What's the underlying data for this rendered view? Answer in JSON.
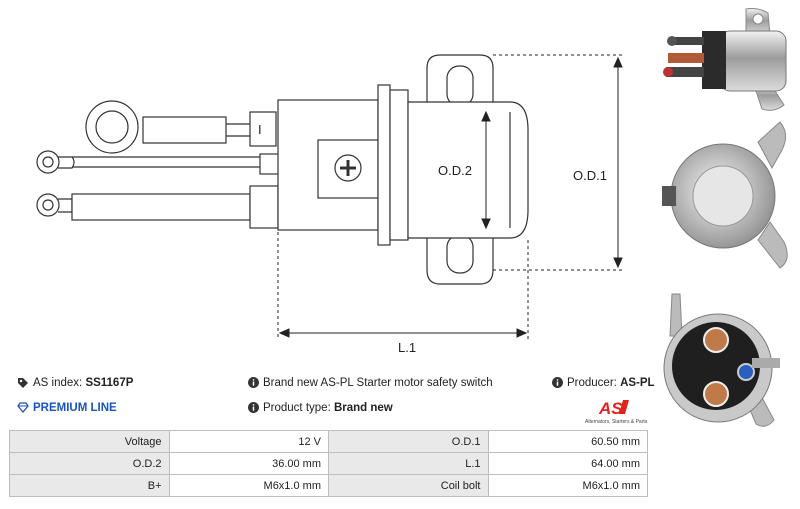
{
  "drawing": {
    "label_od2": "O.D.2",
    "label_od1": "O.D.1",
    "label_l1": "L.1",
    "terminal_mark": "I"
  },
  "info": {
    "as_index_label": "AS index:",
    "as_index_value": "SS1167P",
    "premium": "PREMIUM LINE",
    "description": "Brand new AS-PL Starter motor safety switch",
    "product_type_label": "Product type:",
    "product_type_value": "Brand new",
    "producer_label": "Producer:",
    "producer_value": "AS-PL",
    "logo_text": "AS",
    "logo_tagline": "Alternators, Starters & Parts"
  },
  "colors": {
    "accent": "#1a55b8",
    "logo_red": "#e0231c",
    "header_bg": "#e9e9e9"
  },
  "specs": [
    [
      {
        "k": "Voltage",
        "v": "12 V"
      },
      {
        "k": "O.D.1",
        "v": "60.50 mm"
      }
    ],
    [
      {
        "k": "O.D.2",
        "v": "36.00 mm"
      },
      {
        "k": "L.1",
        "v": "64.00 mm"
      }
    ],
    [
      {
        "k": "B+",
        "v": "M6x1.0 mm"
      },
      {
        "k": "Coil bolt",
        "v": "M6x1.0 mm"
      }
    ]
  ]
}
